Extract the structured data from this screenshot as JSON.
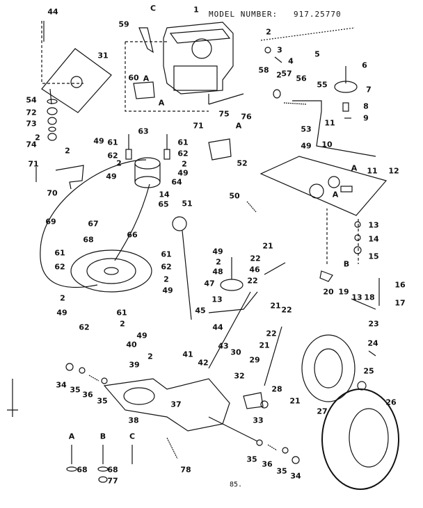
{
  "header": {
    "model_label": "MODEL NUMBER:",
    "model_number": "917.25770"
  },
  "footer": {
    "page": "85."
  },
  "callouts": {
    "c1": "1",
    "c2": "2",
    "c3": "3",
    "c4": "4",
    "c5": "5",
    "c6": "6",
    "c7": "7",
    "c8": "8",
    "c9": "9",
    "c10": "10",
    "c11": "11",
    "c12": "12",
    "c13": "13",
    "c14": "14",
    "c15": "15",
    "c16": "16",
    "c17": "17",
    "c18": "18",
    "c19": "19",
    "c20": "20",
    "c21": "21",
    "c22": "22",
    "c23": "23",
    "c24": "24",
    "c25": "25",
    "c26": "26",
    "c27": "27",
    "c28": "28",
    "c29": "29",
    "c30": "30",
    "c31": "31",
    "c32": "32",
    "c33": "33",
    "c34": "34",
    "c35": "35",
    "c36": "36",
    "c37": "37",
    "c38": "38",
    "c39": "39",
    "c40": "40",
    "c41": "41",
    "c42": "42",
    "c43": "43",
    "c44": "44",
    "c45": "45",
    "c46": "46",
    "c47": "47",
    "c48": "48",
    "c49": "49",
    "c50": "50",
    "c51": "51",
    "c52": "52",
    "c53": "53",
    "c54": "54",
    "c55": "55",
    "c56": "56",
    "c57": "57",
    "c58": "58",
    "c59": "59",
    "c60": "60",
    "c61": "61",
    "c62": "62",
    "c63": "63",
    "c64": "64",
    "c65": "65",
    "c66": "66",
    "c67": "67",
    "c68": "68",
    "c69": "69",
    "c70": "70",
    "c71": "71",
    "c72": "72",
    "c73": "73",
    "c74": "74",
    "c75": "75",
    "c76": "76",
    "c77": "77",
    "c78": "78",
    "A": "A",
    "B": "B",
    "C": "C"
  }
}
